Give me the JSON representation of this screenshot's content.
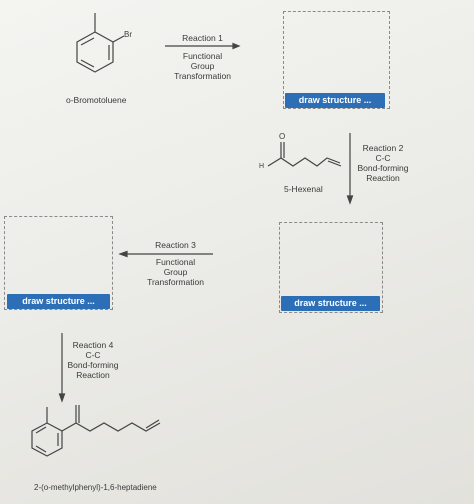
{
  "reactions": {
    "r1": [
      "Reaction 1",
      "Functional",
      "Group",
      "Transformation"
    ],
    "r2": [
      "Reaction 2",
      "C-C",
      "Bond-forming",
      "Reaction"
    ],
    "r3": [
      "Reaction 3",
      "Functional",
      "Group",
      "Transformation"
    ],
    "r4": [
      "Reaction 4",
      "C-C",
      "Bond-forming",
      "Reaction"
    ]
  },
  "compounds": {
    "start": "o-Bromotoluene",
    "reagent": "5-Hexenal",
    "product": "2-(o-methylphenyl)-1,6-heptadiene",
    "br_atom": "Br",
    "o_atom": "O",
    "h_atom": "H"
  },
  "buttons": {
    "draw1": "draw structure ...",
    "draw2": "draw structure ...",
    "draw3": "draw structure ..."
  }
}
